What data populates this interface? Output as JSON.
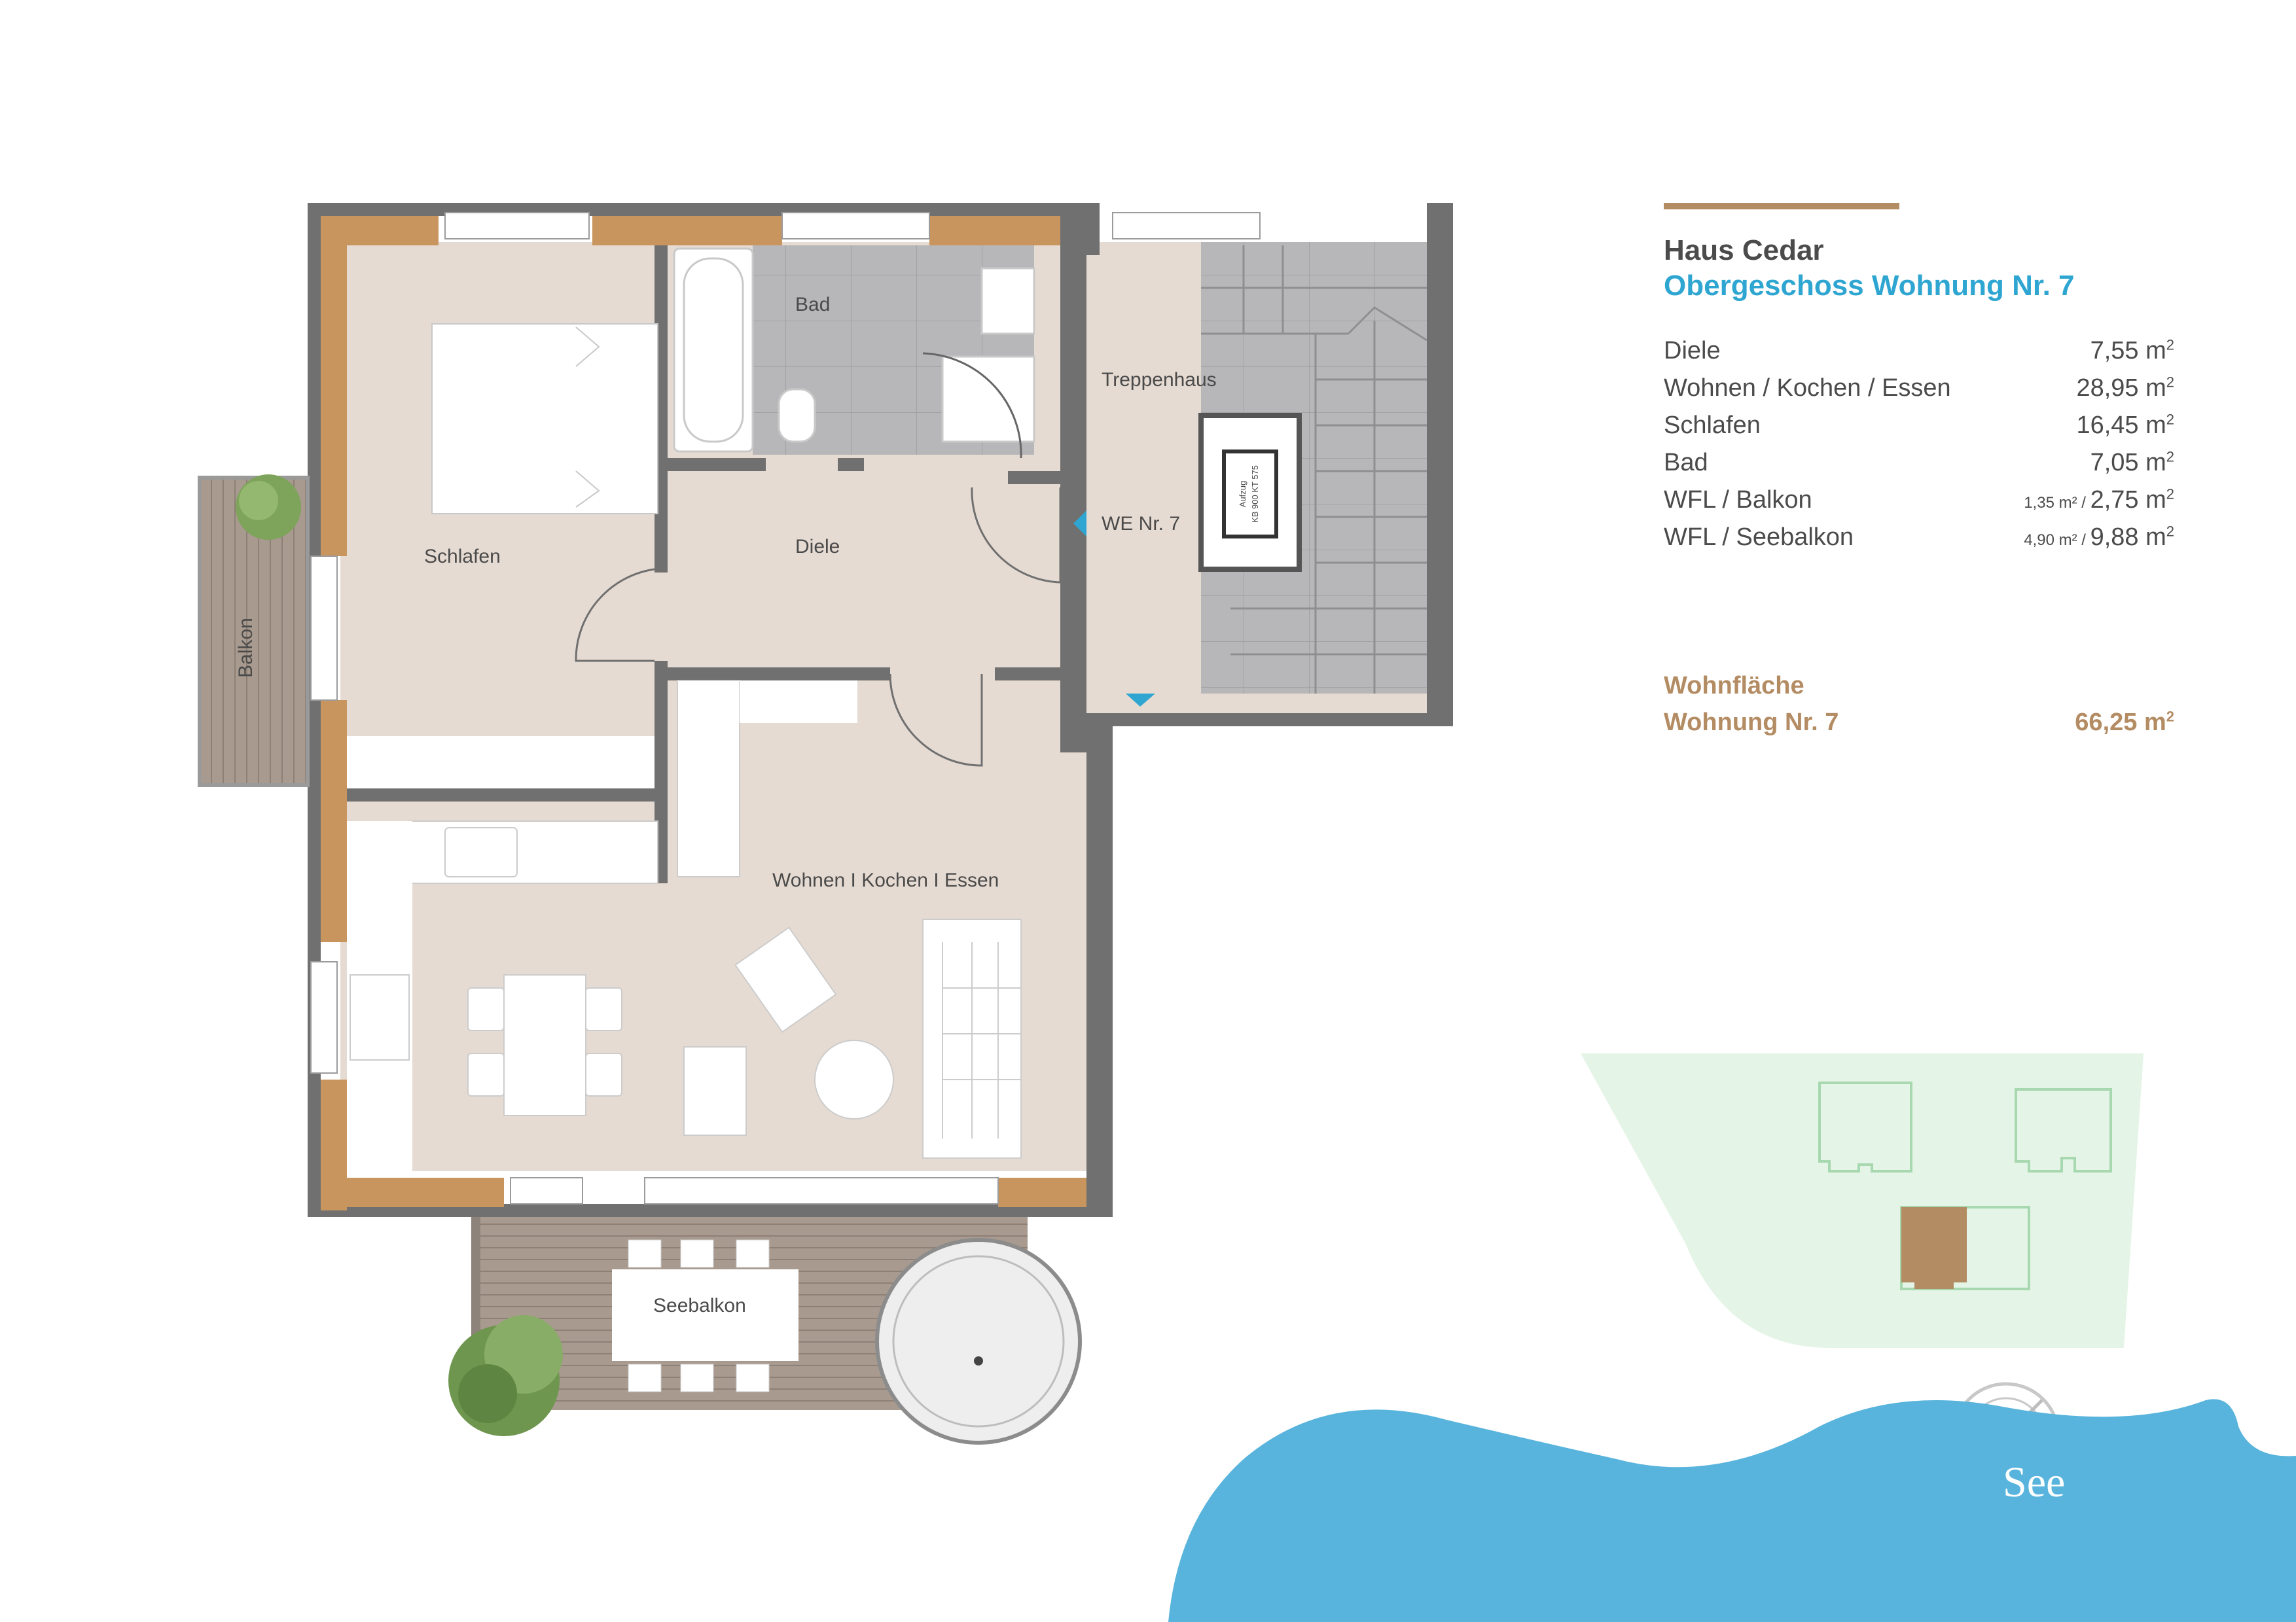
{
  "header": {
    "house": "Haus Cedar",
    "unit": "Obergeschoss Wohnung Nr. 7"
  },
  "areas": [
    {
      "label": "Diele",
      "small": "",
      "value": "7,55 m",
      "sup": "2"
    },
    {
      "label": "Wohnen / Kochen / Essen",
      "small": "",
      "value": "28,95 m",
      "sup": "2"
    },
    {
      "label": "Schlafen",
      "small": "",
      "value": "16,45 m",
      "sup": "2"
    },
    {
      "label": "Bad",
      "small": "",
      "value": "7,05 m",
      "sup": "2"
    },
    {
      "label": "WFL / Balkon",
      "small": "1,35 m² / ",
      "value": "2,75 m",
      "sup": "2"
    },
    {
      "label": "WFL / Seebalkon",
      "small": "4,90 m² / ",
      "value": "9,88 m",
      "sup": "2"
    }
  ],
  "total": {
    "label1": "Wohnfläche",
    "label2": "Wohnung Nr. 7",
    "value": "66,25 m",
    "sup": "2"
  },
  "rooms": {
    "schlafen": "Schlafen",
    "bad": "Bad",
    "diele": "Diele",
    "treppenhaus": "Treppenhaus",
    "we": "WE Nr. 7",
    "wohnen": "Wohnen I Kochen I Essen",
    "seebalkon": "Seebalkon",
    "balkon": "Balkon",
    "aufzug1": "Aufzug",
    "aufzug2": "KB 900 KT 575"
  },
  "map": {
    "lake": "See"
  },
  "colors": {
    "accent_brown": "#b48c64",
    "accent_blue": "#2ea6d1",
    "lake_blue": "#58b4dc",
    "site_green": "#e4f4e6",
    "wood_floor": "#e6dbd2",
    "stair_tile": "#b4b4b6",
    "wall_grey": "#707070"
  }
}
